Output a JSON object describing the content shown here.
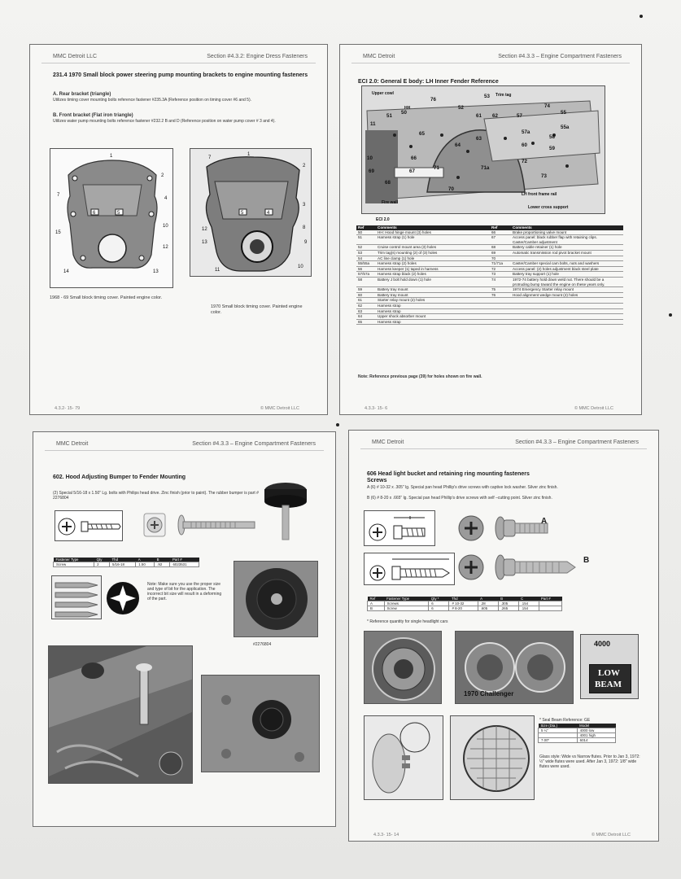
{
  "panel1": {
    "header_left": "MMC Detroit LLC",
    "header_right": "Section #4.3.2: Engine Dress Fasteners",
    "title": "231.4 1970 Small block power steering pump mounting brackets to engine mounting fasteners",
    "a_heading": "A.  Rear bracket (triangle)",
    "a_text": "Utilizes timing cover mounting bolts reference fastener #235.3A (Reference position on timing cover #6 and 5).",
    "b_heading": "B.  Front bracket (Flat iron triangle)",
    "b_text": "Utilizes water pump mounting bolts reference fastener #232.2 B and D (Reference position on water pump cover # 3 and 4).",
    "caption_left": "1968 - 69 Small block timing cover. Painted engine color.",
    "caption_right": "1970 Small block timing cover. Painted engine color.",
    "footer_left": "4.3.2- 15- 79",
    "footer_right": "© MMC Detroit LLC"
  },
  "panel2": {
    "header_left": "MMC Detroit",
    "header_right": "Section #4.3.3 – Engine Compartment Fasteners",
    "title": "ECI 2.0: General E body: LH Inner Fender Reference",
    "photo_labels": {
      "upper_cowl": "Upper cowl",
      "hh": "HH",
      "trim_tag": "Trim tag",
      "fire_wall": "Fire wall",
      "front_frame_rail": "LH front frame rail",
      "lower_cross": "Lower cross support",
      "eci": "ECI 2.0"
    },
    "table_headers": [
      "Ref",
      "Comments",
      "Ref",
      "Comments"
    ],
    "rows_left": [
      [
        "50",
        "HH: Hood hinge mount (3) holes"
      ],
      [
        "51",
        "Harness strap (1) hole"
      ],
      [
        "52",
        "Cruise control mount area (3) holes"
      ],
      [
        "53",
        "Trim tag(s) mounting (2) of (3) holes"
      ],
      [
        "54",
        "AC line clamp (1) hole"
      ],
      [
        "55/55a",
        "Harness strap (2) holes"
      ],
      [
        "56",
        "Harness keeper (1) taped in harness"
      ],
      [
        "57/57a",
        "Harness strap black (2) holes"
      ],
      [
        "58",
        "Battery J bolt hold down (1) hole"
      ],
      [
        "59",
        "Battery tray mount"
      ],
      [
        "60",
        "Battery tray mount"
      ],
      [
        "61",
        "Starter relay mount (2) holes"
      ],
      [
        "62",
        "Harness strap"
      ],
      [
        "63",
        "Harness strap"
      ],
      [
        "64",
        "Upper shock absorber mount"
      ],
      [
        "65",
        "Harness strap"
      ]
    ],
    "rows_right": [
      [
        "66",
        "Brake proportioning valve mount"
      ],
      [
        "67",
        "Access panel: black rubber flap with retaining clips. Caster/Camber adjustment"
      ],
      [
        "68",
        "Battery cable retainer (1) hole"
      ],
      [
        "69",
        "Automatic transmission rod pivot bracket mount"
      ],
      [
        "70",
        ""
      ],
      [
        "71/71a",
        "Caster/Camber special cam bolts, nuts and washers"
      ],
      [
        "72",
        "Access panel: (2) holes adjustment black steel plate"
      ],
      [
        "73",
        "Battery tray support (1) hole"
      ],
      [
        "74",
        "1972-74 battery hold down weld nut. There should be a protruding bump toward the engine on these years only."
      ],
      [
        "75",
        "1974 Emergency Starter relay mount"
      ],
      [
        "76",
        "Hood alignment wedge mount (2) holes"
      ]
    ],
    "note": "Note: Reference previous page (39) for holes shown on fire wall.",
    "footer_left": "4.3.3- 15- 6",
    "footer_right": "© MMC Detroit LLC"
  },
  "panel3": {
    "header_left": "MMC Detroit",
    "header_right": "Section #4.3.3 – Engine Compartment Fasteners",
    "title": "602. Hood Adjusting Bumper to Fender Mounting",
    "intro": "(2) Special 5/16-18 x 1.50\" Lg. bolts with Philips head drive.  Zinc finish (prior to paint).  The rubber bumper is part # 2276804",
    "table_headers": [
      "Fastener Type",
      "Qty",
      "Thd",
      "A",
      "B",
      "Part #"
    ],
    "table_row": [
      "Screw",
      "2",
      "5/16-18",
      "1.50",
      ".92",
      "6023531"
    ],
    "note": "Note: Make sure you use the proper size and type of bit for the application. The incorrect bit size will result in a deforming of the part.",
    "part_caption": "#2276804"
  },
  "panel4": {
    "header_left": "MMC Detroit",
    "header_right": "Section #4.3.3 – Engine Compartment Fasteners",
    "title": "606 Head light bucket and retaining ring mounting fasteners",
    "subtitle": "Screws",
    "line_a": "A (6) # 10-32 x .305\" lg. Special pan head Phillip's drive screws with captive lock washer.  Silver zinc finish.",
    "line_b": "B (6) # 8-20 x .665\" lg. Special pan head Phillip's drive screws with self –cutting point.  Silver zinc finish.",
    "big_a": "A",
    "big_b": "B",
    "table_headers": [
      "Ref",
      "Fastener Type",
      "Qty *",
      "Thd",
      "A",
      "B",
      "C",
      "Part #"
    ],
    "table_rows": [
      [
        "A",
        "Screws",
        "6",
        "# 10-32",
        ".28",
        ".305",
        ".154",
        ""
      ],
      [
        "B",
        "Screw",
        "6",
        "# 8-20",
        ".605",
        ".265",
        ".154",
        ""
      ]
    ],
    "footnote": "* Reference quantity for single headlight cars",
    "challenger_label": "1970 Challenger",
    "box_4000": "4000",
    "low_beam_line1": "LOW",
    "low_beam_line2": "BEAM",
    "seal_title": "* Seal Beam Reference: GE",
    "seal_headers": [
      "Size (Dia.)",
      "Model"
    ],
    "seal_rows": [
      [
        "5 ¼\"",
        "4000 low"
      ],
      [
        "",
        "4001 high"
      ],
      [
        "7.00\"",
        "6014"
      ]
    ],
    "glass_text": "Glass style: Wide vs Narrow flutes. Prior to Jan 3, 1972: ½\" wide flutes were used. After Jan 3, 1972: 1/8\" wide flutes were used.",
    "footer_left": "4.3.3- 15- 14",
    "footer_right": "© MMC Detroit LLC"
  },
  "colors": {
    "table_header": "#222222",
    "paper": "#f7f7f5",
    "ink": "#1c1c1c"
  }
}
